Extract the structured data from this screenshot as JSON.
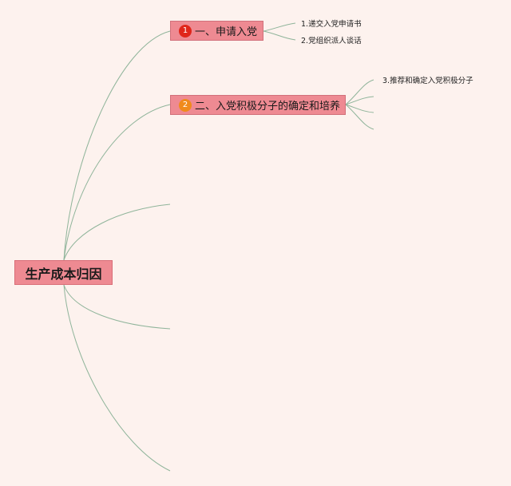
{
  "root": {
    "label": "生产成本归因"
  },
  "branches": [
    {
      "badge": "1",
      "label": "一、申请入党",
      "badge_color": "#e0261b"
    },
    {
      "badge": "2",
      "label": "二、入党积极分子的确定和培养",
      "badge_color": "#f08a1c"
    }
  ],
  "leaves": [
    {
      "label": "1.递交入党申请书"
    },
    {
      "label": "2.党组织派人谈话"
    },
    {
      "label": "3.推荐和确定入党积极分子"
    }
  ],
  "colors": {
    "background": "#fdf2ee",
    "node_fill": "#ee8a92",
    "connector": "#8fb49a"
  }
}
